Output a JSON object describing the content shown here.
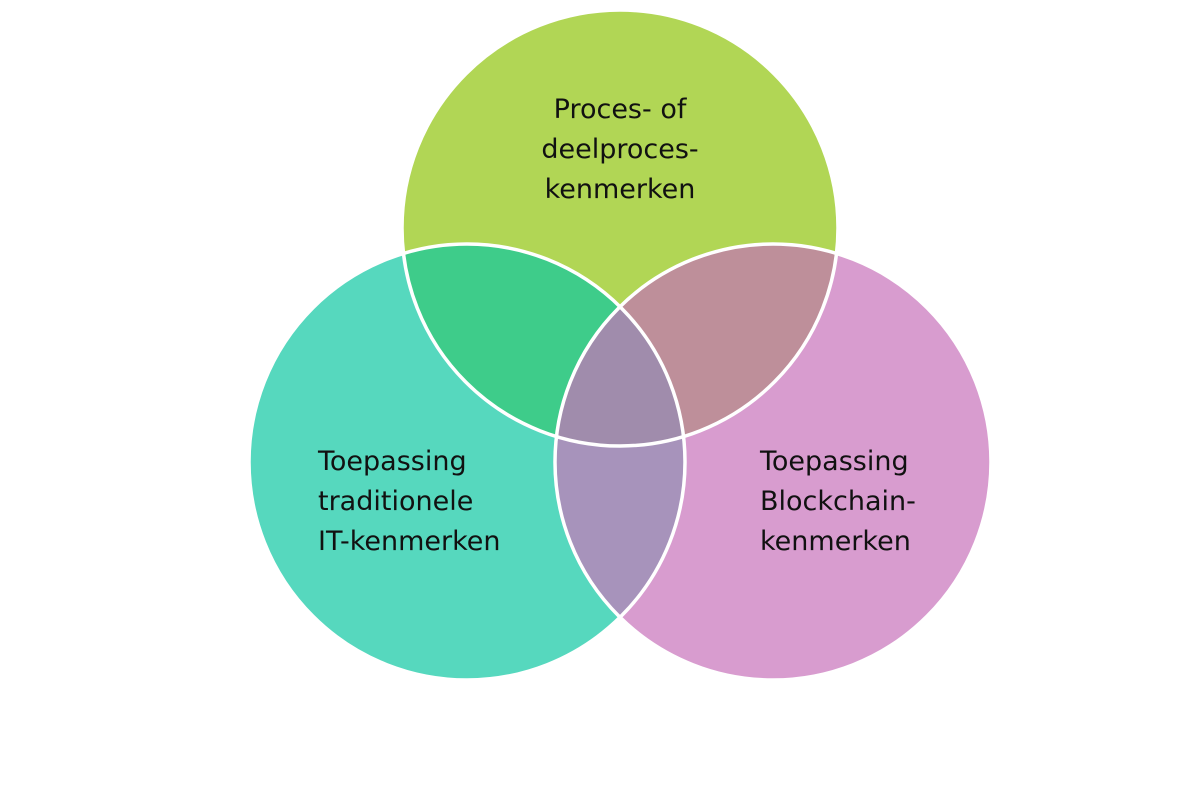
{
  "diagram": {
    "type": "venn",
    "sets": [
      {
        "id": "top",
        "label": "Proces- of\ndeelproces-\nkenmerken",
        "color": "#b1d655"
      },
      {
        "id": "left",
        "label": "Toepassing\ntraditionele\nIT-kenmerken",
        "color": "#56d8be"
      },
      {
        "id": "right",
        "label": "Toepassing\nBlockchain-\nkenmerken",
        "color": "#d89ccf"
      }
    ],
    "overlap_colors": {
      "top_left": "#3ecc8a",
      "top_right": "#be8f9a",
      "left_right": "#a793bb",
      "center": "#a08cac"
    }
  }
}
